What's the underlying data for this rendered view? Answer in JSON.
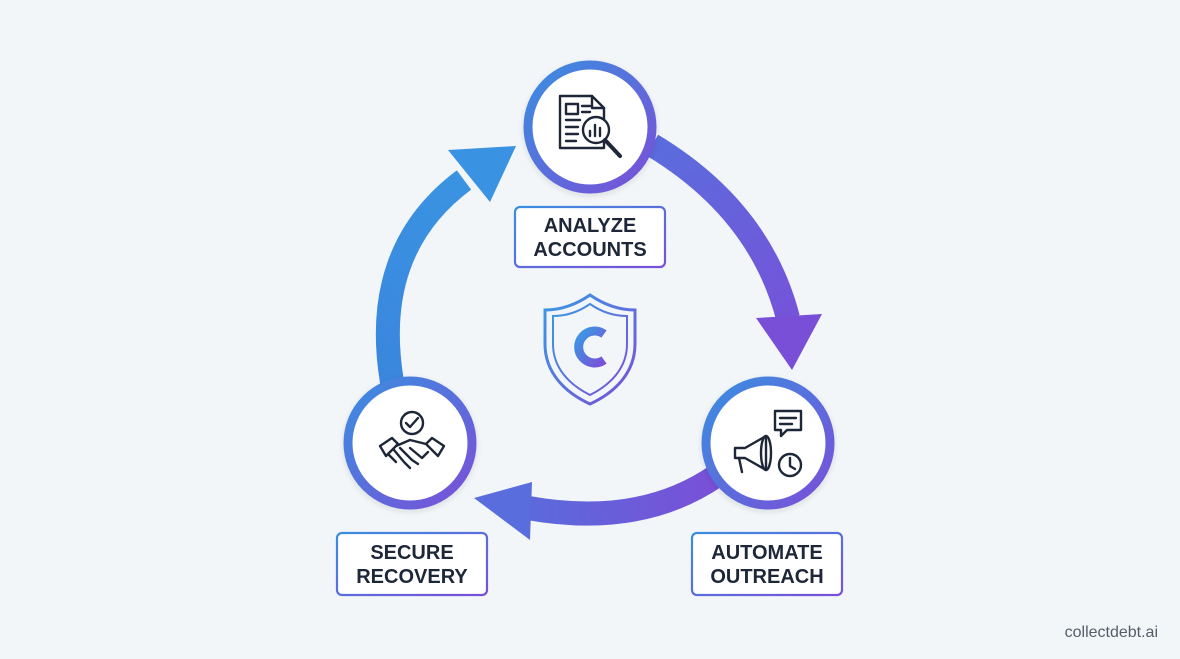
{
  "steps": [
    {
      "line1": "ANALYZE",
      "line2": "ACCOUNTS",
      "icon": "document-analysis-icon"
    },
    {
      "line1": "AUTOMATE",
      "line2": "OUTREACH",
      "icon": "megaphone-chat-clock-icon"
    },
    {
      "line1": "SECURE",
      "line2": "RECOVERY",
      "icon": "handshake-check-icon"
    }
  ],
  "center_logo": {
    "letter": "C",
    "icon": "shield-c-logo-icon"
  },
  "watermark": "collectdebt.ai",
  "colors": {
    "blue": "#3a8ee0",
    "violet": "#7a4fd8",
    "ink": "#1d2738",
    "background": "#f3f6f9"
  }
}
